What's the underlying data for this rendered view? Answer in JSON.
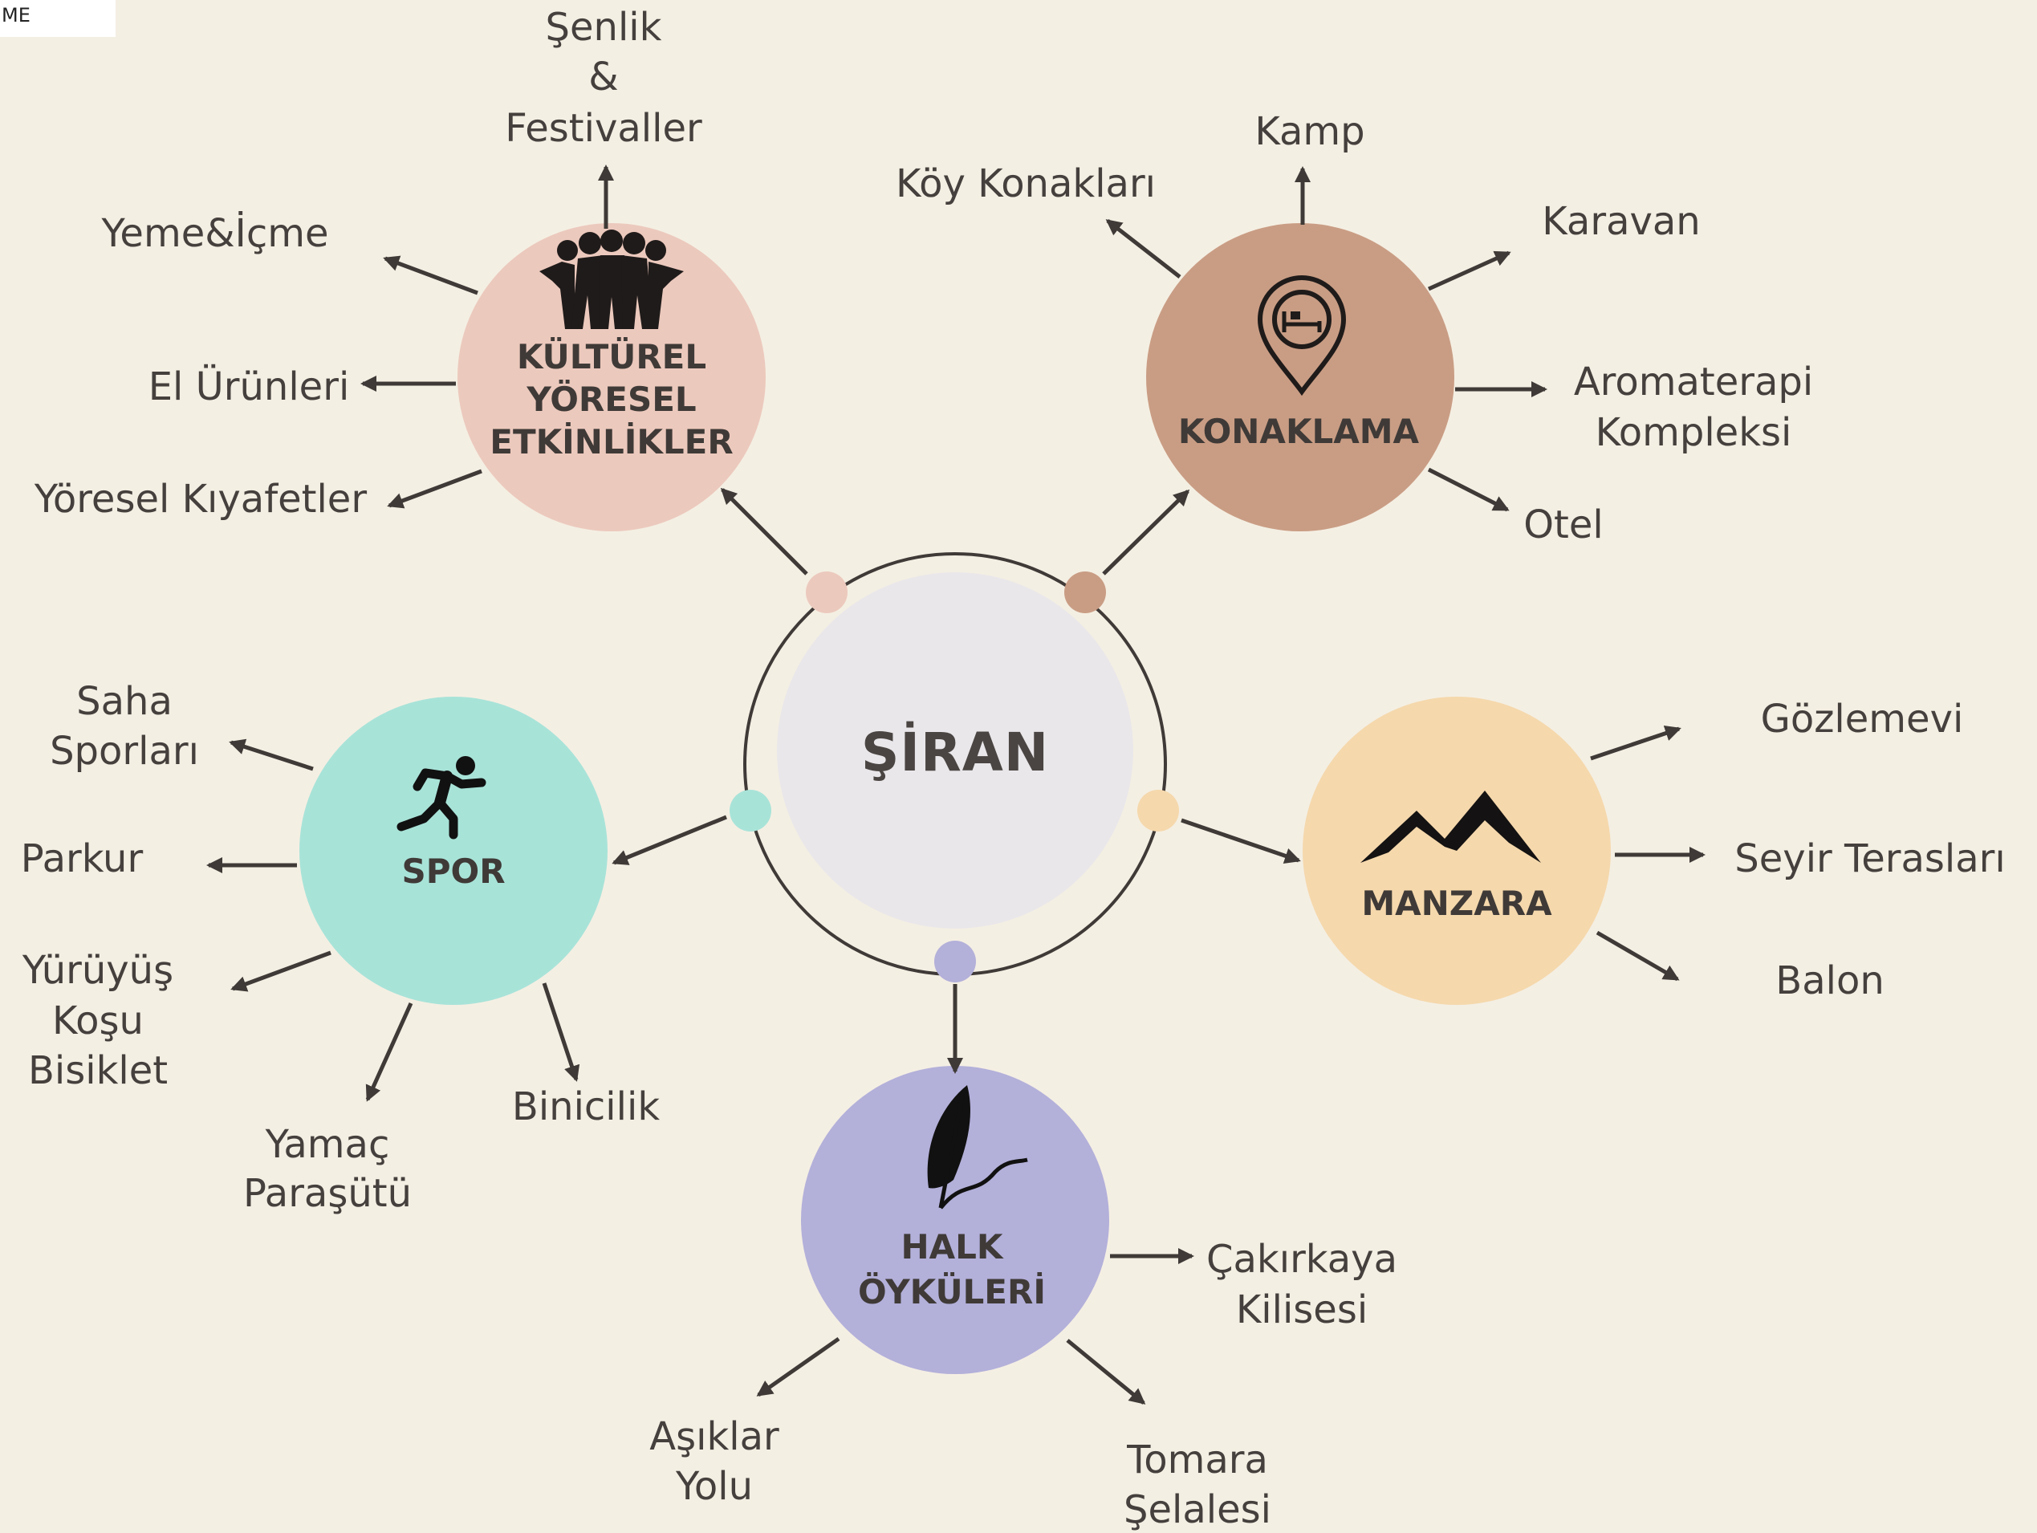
{
  "corner_label": "ME",
  "center": {
    "label": "ŞİRAN"
  },
  "colors": {
    "background": "#f4efe3",
    "line": "#3f3a37",
    "center_fill": "#e9e7ea",
    "kultur": "#ecc9bd",
    "konaklama": "#c99d84",
    "spor": "#a8e3d8",
    "manzara": "#f5d8ac",
    "halk": "#b3b0da"
  },
  "hubs": {
    "kultur": {
      "label_lines": [
        "KÜLTÜREL",
        "YÖRESEL",
        "ETKİNLİKLER"
      ],
      "icon": "people-group-icon",
      "items": [
        {
          "lines": [
            "Şenlik",
            "&",
            "Festivaller"
          ]
        },
        {
          "lines": [
            "Yeme&İçme"
          ]
        },
        {
          "lines": [
            "El Ürünleri"
          ]
        },
        {
          "lines": [
            "Yöresel Kıyafetler"
          ]
        }
      ]
    },
    "konaklama": {
      "label_lines": [
        "KONAKLAMA"
      ],
      "icon": "hotel-location-pin-icon",
      "items": [
        {
          "lines": [
            "Kamp"
          ]
        },
        {
          "lines": [
            "Köy Konakları"
          ]
        },
        {
          "lines": [
            "Karavan"
          ]
        },
        {
          "lines": [
            "Aromaterapi",
            "Kompleksi"
          ]
        },
        {
          "lines": [
            "Otel"
          ]
        }
      ]
    },
    "spor": {
      "label_lines": [
        "SPOR"
      ],
      "icon": "runner-icon",
      "items": [
        {
          "lines": [
            "Saha",
            "Sporları"
          ]
        },
        {
          "lines": [
            "Parkur"
          ]
        },
        {
          "lines": [
            "Yürüyüş",
            "Koşu",
            "Bisiklet"
          ]
        },
        {
          "lines": [
            "Yamaç",
            "Paraşütü"
          ]
        },
        {
          "lines": [
            "Binicilik"
          ]
        }
      ]
    },
    "manzara": {
      "label_lines": [
        "MANZARA"
      ],
      "icon": "mountain-icon",
      "items": [
        {
          "lines": [
            "Gözlemevi"
          ]
        },
        {
          "lines": [
            "Seyir Terasları"
          ]
        },
        {
          "lines": [
            "Balon"
          ]
        }
      ]
    },
    "halk": {
      "label_lines": [
        "HALK",
        "ÖYKÜLERİ"
      ],
      "icon": "quill-feather-icon",
      "items": [
        {
          "lines": [
            "Çakırkaya",
            "Kilisesi"
          ]
        },
        {
          "lines": [
            "Aşıklar",
            "Yolu"
          ]
        },
        {
          "lines": [
            "Tomara",
            "Şelalesi"
          ]
        }
      ]
    }
  }
}
